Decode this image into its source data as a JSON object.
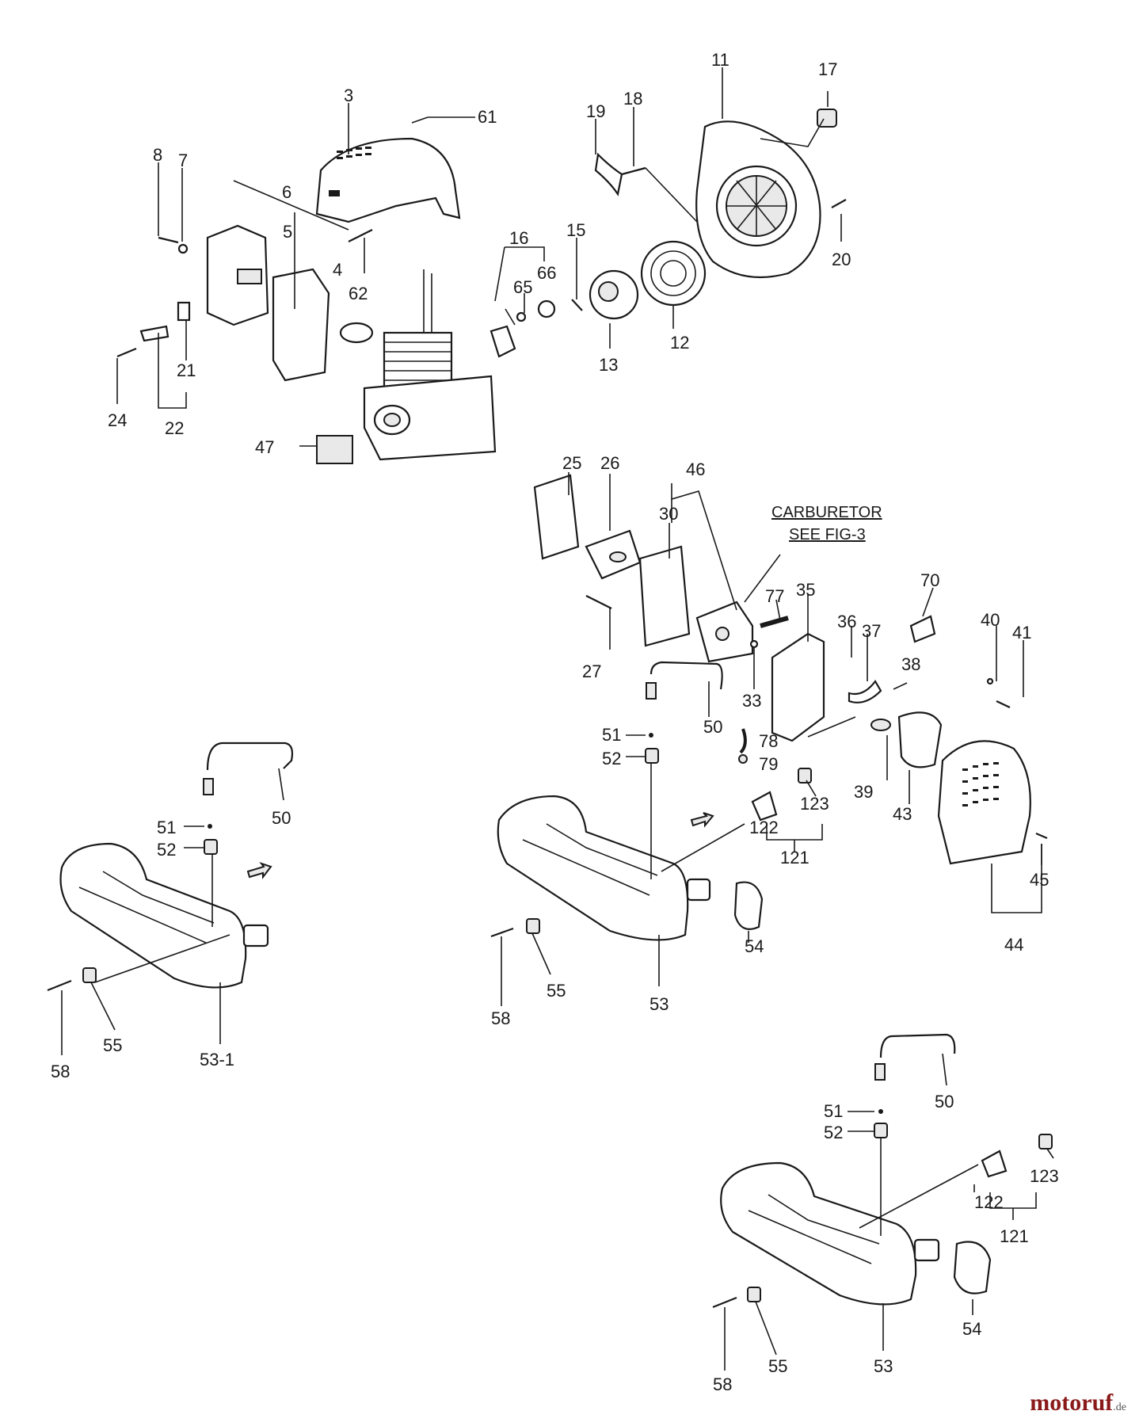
{
  "callouts": {
    "c3": "3",
    "c61": "61",
    "c8": "8",
    "c7": "7",
    "c6": "6",
    "c5": "5",
    "c4": "4",
    "c62": "62",
    "c21": "21",
    "c22": "22",
    "c24": "24",
    "c47": "47",
    "c11": "11",
    "c17": "17",
    "c19": "19",
    "c18": "18",
    "c20": "20",
    "c16": "16",
    "c15": "15",
    "c65": "65",
    "c66": "66",
    "c13": "13",
    "c12": "12",
    "c25": "25",
    "c26": "26",
    "c46": "46",
    "c30": "30",
    "c27": "27",
    "c77": "77",
    "c35": "35",
    "c70": "70",
    "c36": "36",
    "c37": "37",
    "c38": "38",
    "c40": "40",
    "c41": "41",
    "c33": "33",
    "c78": "78",
    "c79": "79",
    "c39": "39",
    "c43": "43",
    "c50a": "50",
    "c51a": "51",
    "c52a": "52",
    "c123a": "123",
    "c122a": "122",
    "c121a": "121",
    "c45": "45",
    "c44": "44",
    "c54a": "54",
    "c55a": "55",
    "c58a": "58",
    "c53a": "53",
    "c50b": "50",
    "c51b": "51",
    "c52b": "52",
    "c55b": "55",
    "c58b": "58",
    "c53_1": "53-1",
    "c50c": "50",
    "c51c": "51",
    "c52c": "52",
    "c123b": "123",
    "c122b": "122",
    "c121b": "121",
    "c54b": "54",
    "c58c": "58",
    "c55c": "55",
    "c53c": "53"
  },
  "carburetor_note": {
    "line1": "CARBURETOR",
    "line2": "SEE FIG-3"
  },
  "watermark": {
    "brand": "motoruf",
    "tld": ".de"
  }
}
